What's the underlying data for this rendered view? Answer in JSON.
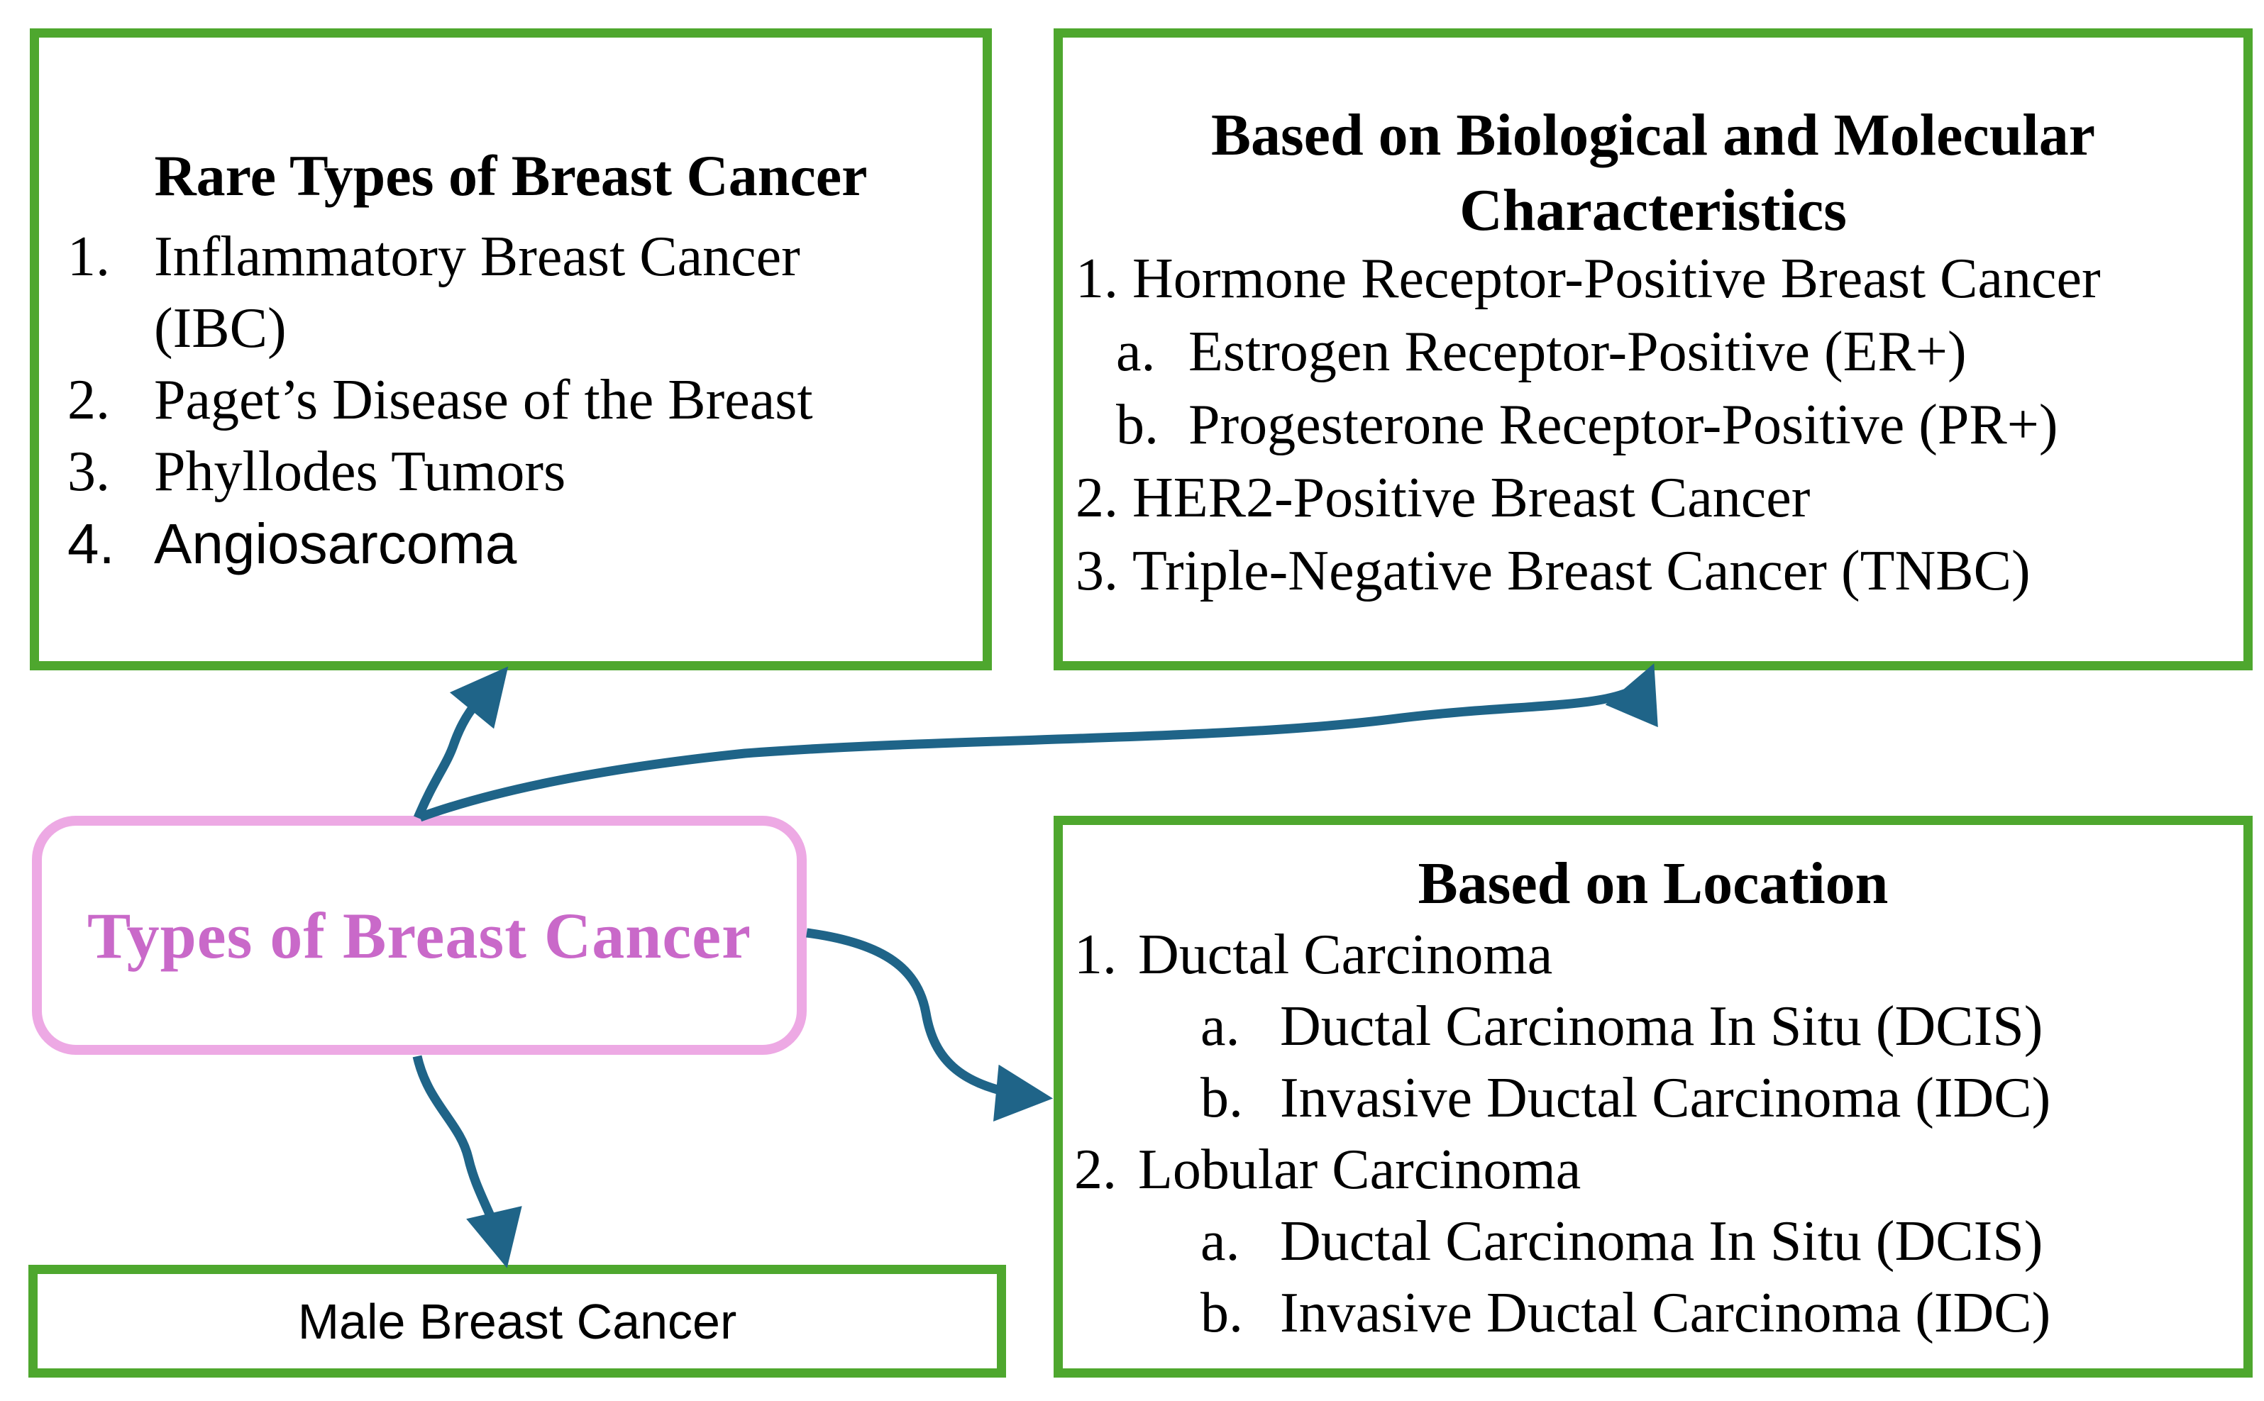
{
  "colors": {
    "box_border_green": "#4ea72e",
    "center_border_pink": "#eda9e4",
    "center_text_orchid": "#c969c9",
    "arrow_teal": "#1f6488",
    "body_text": "#000000"
  },
  "center": {
    "label": "Types of Breast Cancer"
  },
  "rare": {
    "title": "Rare Types of Breast Cancer",
    "items": [
      {
        "marker": "1.",
        "text": "Inflammatory Breast Cancer"
      },
      {
        "marker": "",
        "text": "(IBC)"
      },
      {
        "marker": "2.",
        "text": "Paget’s Disease of the Breast"
      },
      {
        "marker": "3.",
        "text": "Phyllodes Tumors"
      },
      {
        "marker": "4.",
        "text": "Angiosarcoma"
      }
    ]
  },
  "bio": {
    "title_line1": "Based on Biological and Molecular",
    "title_line2": "Characteristics",
    "items": [
      {
        "marker": "1.",
        "text": "Hormone Receptor-Positive Breast Cancer"
      },
      {
        "marker": "a.",
        "text": "Estrogen Receptor-Positive (ER+)"
      },
      {
        "marker": "b.",
        "text": "Progesterone Receptor-Positive (PR+)"
      },
      {
        "marker": "2.",
        "text": "HER2-Positive Breast Cancer"
      },
      {
        "marker": "3.",
        "text": "Triple-Negative Breast Cancer (TNBC)"
      }
    ]
  },
  "location": {
    "title": "Based on Location",
    "items": [
      {
        "marker": "1.",
        "text": "Ductal Carcinoma"
      },
      {
        "marker": "a.",
        "text": "Ductal Carcinoma In Situ (DCIS)"
      },
      {
        "marker": "b.",
        "text": "Invasive Ductal Carcinoma (IDC)"
      },
      {
        "marker": "2.",
        "text": "Lobular Carcinoma"
      },
      {
        "marker": "a.",
        "text": "Ductal Carcinoma In Situ (DCIS)"
      },
      {
        "marker": "b.",
        "text": "Invasive Ductal Carcinoma (IDC)"
      }
    ]
  },
  "male": {
    "label": "Male Breast Cancer"
  }
}
